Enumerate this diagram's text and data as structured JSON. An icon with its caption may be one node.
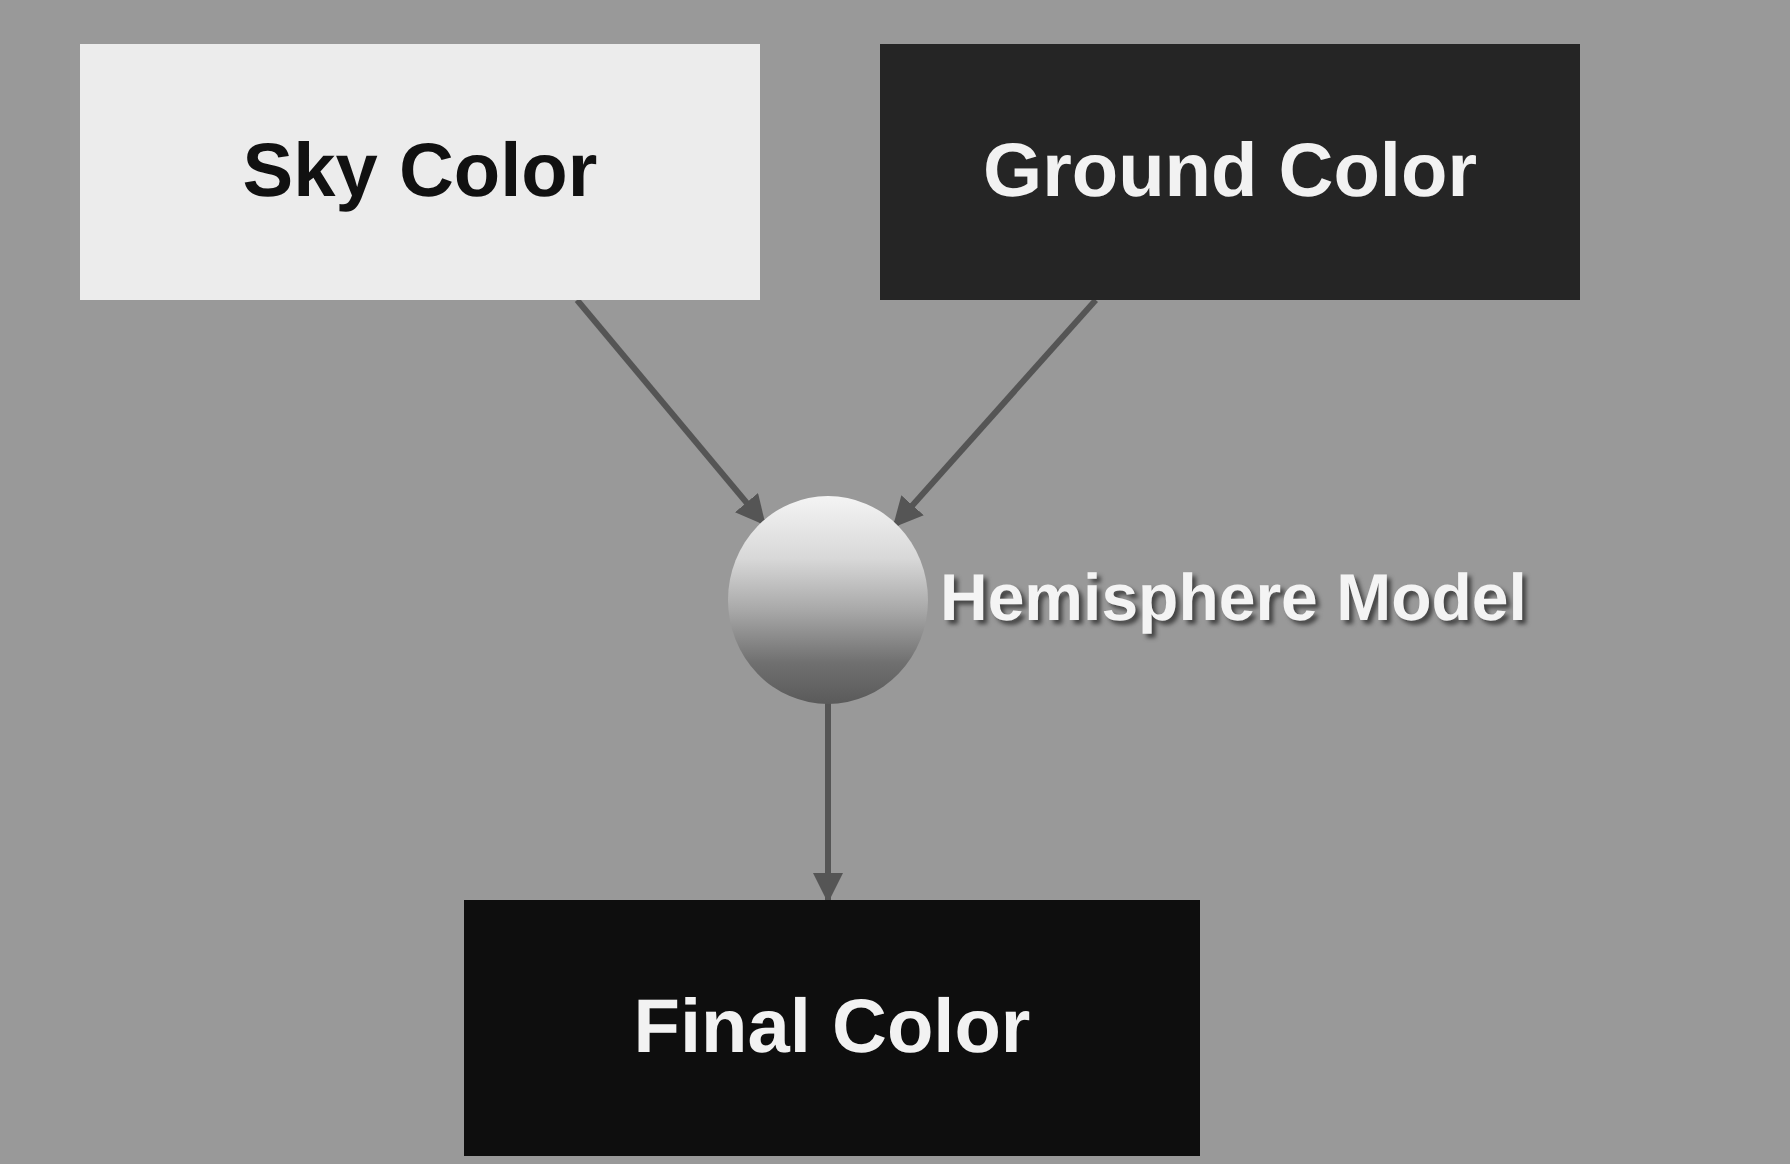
{
  "diagram": {
    "nodes": [
      {
        "text": [
          "Sky Color"
        ]
      },
      {
        "text": [
          "Ground Color"
        ]
      },
      {
        "text": [],
        "shape": "circle",
        "beside": [
          "Hemisphere Model"
        ]
      },
      {
        "text": [
          "Final Color"
        ]
      }
    ],
    "edges": [
      {
        "from": 0,
        "to": 2,
        "arrow": "to"
      },
      {
        "from": 1,
        "to": 2,
        "arrow": "to"
      },
      {
        "from": 2,
        "to": 3,
        "arrow": "to"
      }
    ]
  }
}
